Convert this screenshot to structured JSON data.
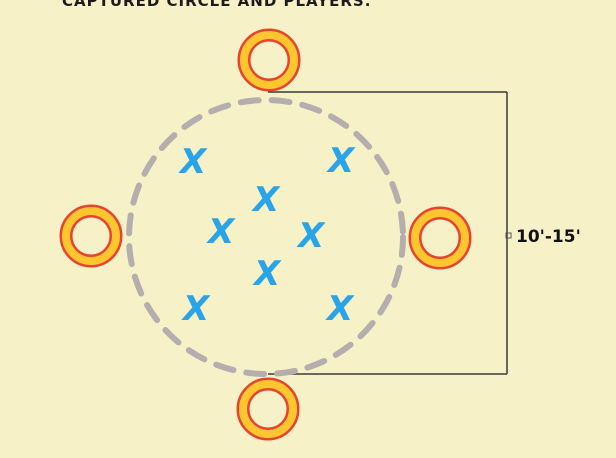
{
  "caption": "CAPTURED CIRCLE AND PLAYERS.",
  "dimension_label": "10'-15'",
  "player_marker": "X",
  "colors": {
    "background": "#f7f1c7",
    "circle_dash": "#b4aeae",
    "ring_outline": "#e8432f",
    "ring_fill": "#ffc630",
    "player": "#2aa4e8",
    "dimension_line": "#3a3a3a"
  }
}
